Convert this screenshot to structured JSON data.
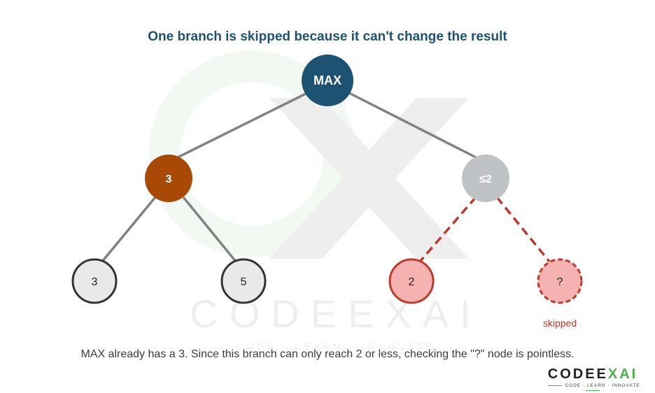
{
  "title": "One branch is skipped because it can't change the result",
  "caption": "MAX already has a 3. Since this branch can only reach 2 or less, checking the \"?\" node is pointless.",
  "nodes": {
    "root": "MAX",
    "left": "3",
    "right": "≤2",
    "leaf_left_left": "3",
    "leaf_left_right": "5",
    "leaf_right_left": "2",
    "leaf_right_right": "?"
  },
  "skipped_label": "skipped",
  "watermark": {
    "word": "CODEEXAI",
    "tagline": "CODE · LEARN · INNOVATE"
  },
  "logo": {
    "left_part": "CODEE",
    "accent_part": "XAI",
    "tagline": "CODE · LEARN · INNOVATE"
  },
  "colors": {
    "root_fill": "#1d5272",
    "left_fill": "#a84a06",
    "right_fill": "#bfc3c6",
    "leaf_fill": "#e9e9e9",
    "skipped_fill": "#f4b3b0",
    "skipped_stroke": "#c0392b",
    "edge": "#828282"
  }
}
